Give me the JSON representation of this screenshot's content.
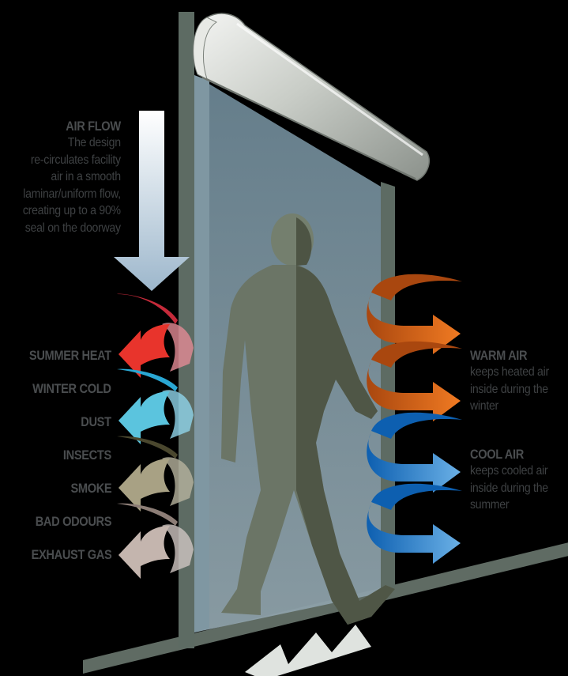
{
  "airflow": {
    "title": "AIR FLOW",
    "lines": [
      "The design",
      "re-circulates facility",
      "air in a smooth",
      "laminar/uniform flow,",
      "creating up to a 90%",
      "seal on the doorway"
    ]
  },
  "blocked_items": [
    {
      "label": "SUMMER HEAT",
      "color": "#e8342c"
    },
    {
      "label": "WINTER COLD",
      "color": "#41c3e0"
    },
    {
      "label": "DUST",
      "color": "#5bc4de"
    },
    {
      "label": "INSECTS",
      "color": "#6f6a48"
    },
    {
      "label": "SMOKE",
      "color": "#a8a184"
    },
    {
      "label": "BAD ODOURS",
      "color": "#a99a92"
    },
    {
      "label": "EXHAUST GAS",
      "color": "#c4b5ae"
    }
  ],
  "warm_air": {
    "title": "WARM AIR",
    "lines": [
      "keeps heated air",
      "inside during the",
      "winter"
    ],
    "color": "#e87424"
  },
  "cool_air": {
    "title": "COOL AIR",
    "lines": [
      "keeps cooled air",
      "inside during the",
      "summer"
    ],
    "color": "#2f8fd8"
  },
  "icons": [
    "down-arrow-icon",
    "air-curtain-unit-icon",
    "person-silhouette-icon"
  ]
}
